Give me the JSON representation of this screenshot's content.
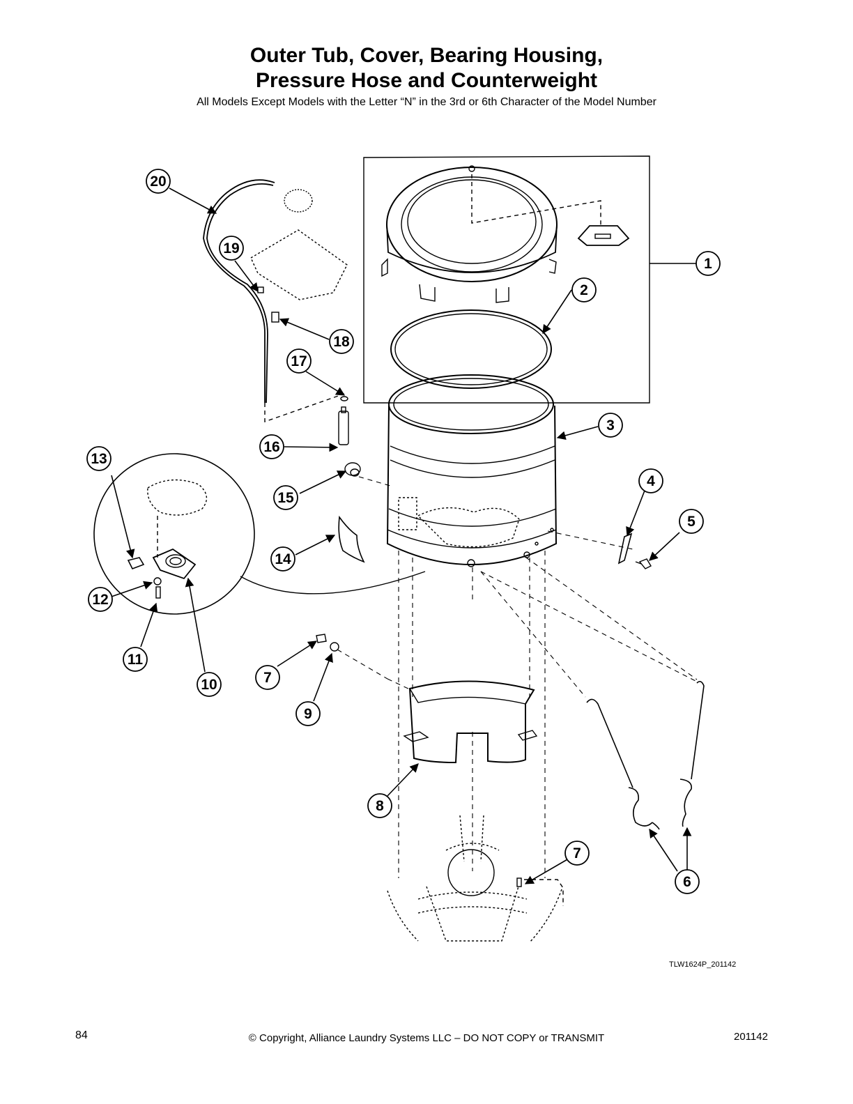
{
  "header": {
    "title_line1": "Outer Tub, Cover, Bearing Housing,",
    "title_line2": "Pressure Hose and Counterweight",
    "subtitle": "All Models Except Models with the Letter “N” in the 3rd or 6th Character of the Model Number"
  },
  "diagram": {
    "callouts": [
      "1",
      "2",
      "3",
      "4",
      "5",
      "6",
      "7",
      "7",
      "8",
      "9",
      "10",
      "11",
      "12",
      "13",
      "14",
      "15",
      "16",
      "17",
      "18",
      "19",
      "20"
    ],
    "drawing_id": "TLW1624P_201142"
  },
  "footer": {
    "page_number": "84",
    "copyright": "© Copyright, Alliance Laundry Systems LLC – DO NOT COPY or TRANSMIT",
    "code": "201142"
  }
}
